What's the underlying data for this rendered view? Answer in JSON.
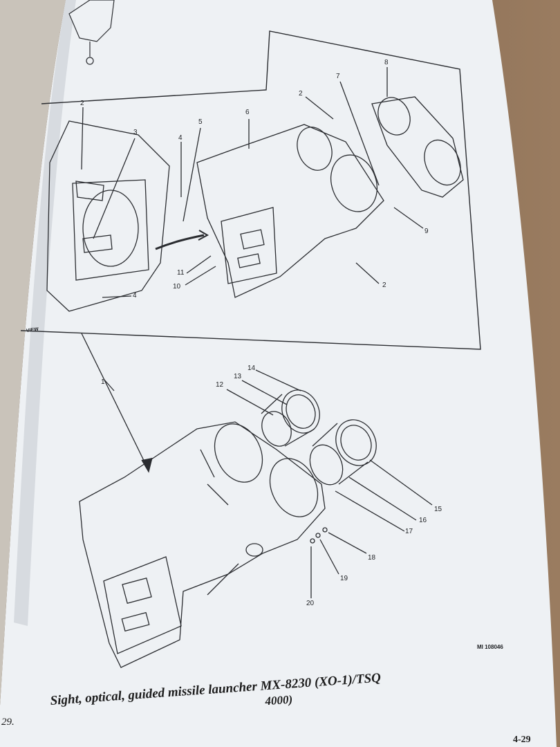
{
  "figure": {
    "number": "29.",
    "caption_line1": "Sight, optical, guided missile launcher MX-8230 (XO-1)/TSQ",
    "caption_line2": "4000)",
    "page_corner": "4-29",
    "drawing_id": "MI 108046",
    "view_tag": "VIEW"
  },
  "callouts_upper": [
    "2",
    "3",
    "5",
    "4",
    "6",
    "7",
    "8",
    "2",
    "9",
    "11",
    "10",
    "4",
    "2"
  ],
  "callouts_lower": [
    "14",
    "13",
    "12",
    "1",
    "15",
    "16",
    "17",
    "18",
    "19",
    "20"
  ],
  "colors": {
    "paper": "#eef1f4",
    "ink": "#2a2c30"
  }
}
